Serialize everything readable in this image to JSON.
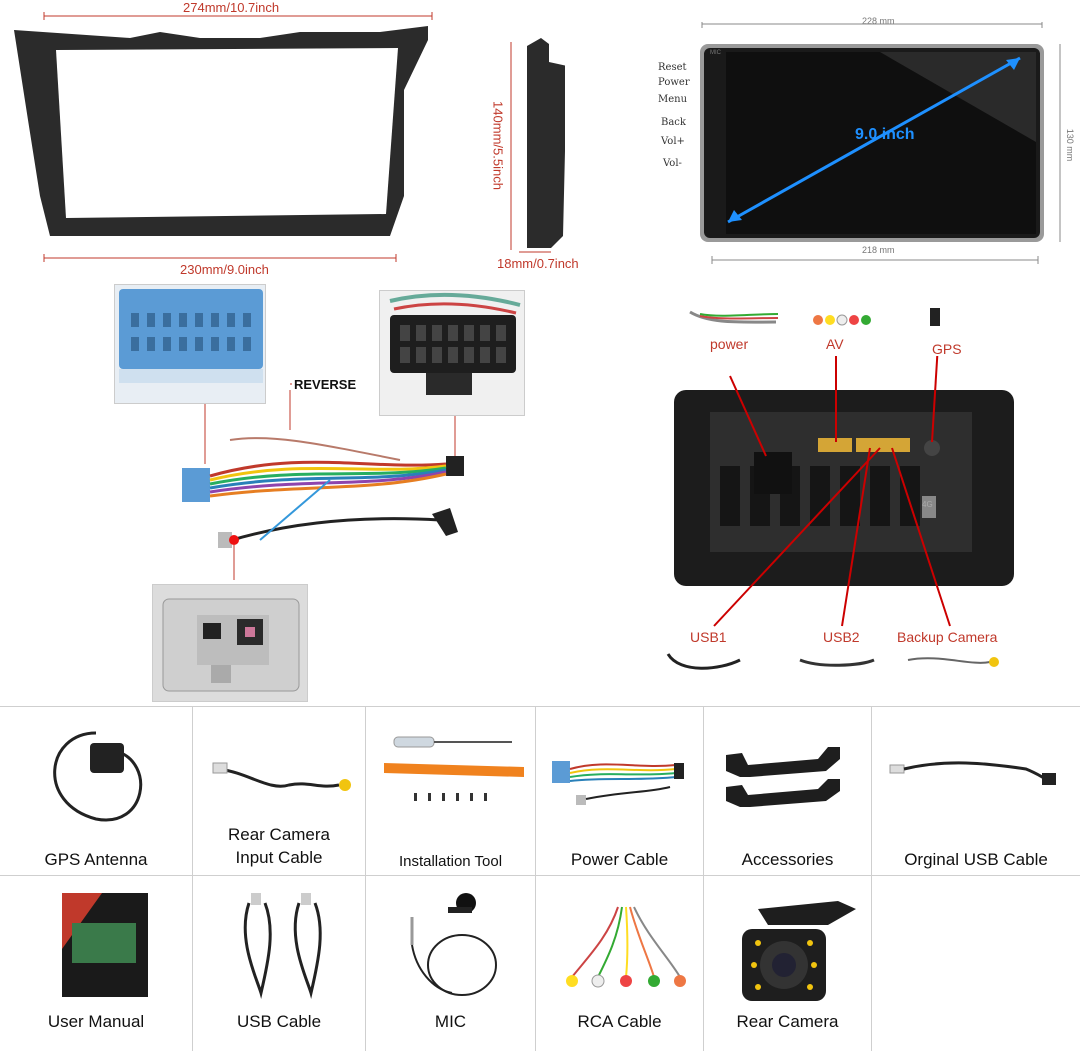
{
  "frame": {
    "top_dimension": "274mm/10.7inch",
    "bottom_dimension": "230mm/9.0inch",
    "side_height": "140mm/5.5inch",
    "side_depth": "18mm/0.7inch"
  },
  "screen": {
    "top_width": "228 mm",
    "bottom_width": "218 mm",
    "height": "130 mm",
    "diagonal": "9.0 inch",
    "side_buttons": [
      "Reset",
      "Power",
      "Menu",
      "Back",
      "Vol+",
      "Vol-"
    ],
    "mic_tag": "MIC"
  },
  "harness": {
    "reverse_label": "REVERSE"
  },
  "back_panel": {
    "top_labels": [
      "power",
      "AV",
      "GPS"
    ],
    "bottom_labels": [
      "USB1",
      "USB2",
      "Backup Camera"
    ],
    "port_label": "4G"
  },
  "accessories_row1": [
    "GPS Antenna",
    "Rear Camera\nInput Cable",
    "Installation Tool",
    "Power Cable",
    "Accessories",
    "Orginal USB Cable"
  ],
  "accessories_row2": [
    "User Manual",
    "USB Cable",
    "MIC",
    "RCA Cable",
    "Rear Camera"
  ],
  "colors": {
    "dimension_red": "#c0392b",
    "screen_arrow": "#1e90ff",
    "panel_dark": "#1c1c1c",
    "connector_blue": "#5b9bd5"
  }
}
